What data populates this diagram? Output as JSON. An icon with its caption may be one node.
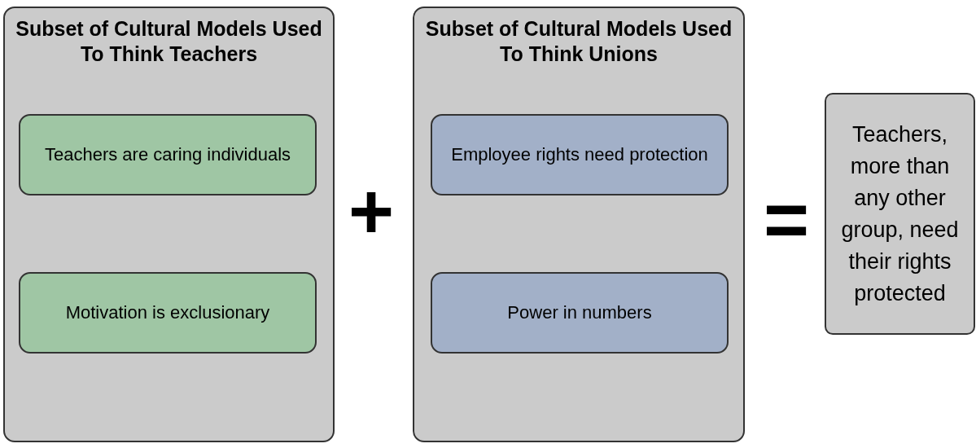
{
  "diagram": {
    "nodes": [
      {
        "text": [
          "Subset of Cultural Models Used To Think Teachers"
        ]
      },
      {
        "text": [
          "Teachers are caring individuals"
        ],
        "in": 0
      },
      {
        "text": [
          "Motivation is exclusionary"
        ],
        "in": 0
      },
      {
        "text": [
          "Subset of Cultural Models Used To Think Unions"
        ]
      },
      {
        "text": [
          "Employee rights need protection"
        ],
        "in": 3
      },
      {
        "text": [
          "Power in numbers"
        ],
        "in": 3
      },
      {
        "text": [
          "Teachers, more than any other group, need their rights protected"
        ]
      }
    ],
    "labels": [
      "+",
      "="
    ]
  }
}
